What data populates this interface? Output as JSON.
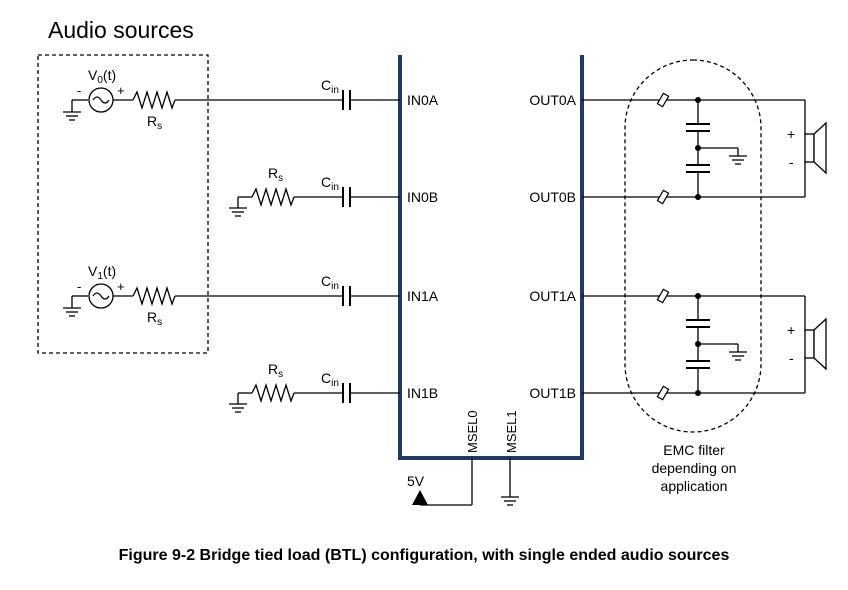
{
  "title": "Audio sources",
  "figure_caption": "Figure 9-2 Bridge tied load (BTL) configuration, with single ended audio sources",
  "sources": [
    {
      "voltage_label": "V",
      "voltage_sub": "0",
      "voltage_suffix": "(t)",
      "minus": "-",
      "plus": "+",
      "resistor": "R",
      "resistor_sub": "s"
    },
    {
      "voltage_label": "V",
      "voltage_sub": "1",
      "voltage_suffix": "(t)",
      "minus": "-",
      "plus": "+",
      "resistor": "R",
      "resistor_sub": "s"
    }
  ],
  "ground_resistors": [
    {
      "resistor": "R",
      "resistor_sub": "s"
    },
    {
      "resistor": "R",
      "resistor_sub": "s"
    }
  ],
  "capacitors": [
    {
      "label": "C",
      "sub": "in"
    },
    {
      "label": "C",
      "sub": "in"
    },
    {
      "label": "C",
      "sub": "in"
    },
    {
      "label": "C",
      "sub": "in"
    }
  ],
  "input_pins": [
    "IN0A",
    "IN0B",
    "IN1A",
    "IN1B"
  ],
  "output_pins": [
    "OUT0A",
    "OUT0B",
    "OUT1A",
    "OUT1B"
  ],
  "mode_pins": [
    "MSEL0",
    "MSEL1"
  ],
  "supply_label": "5V",
  "speakers": [
    {
      "plus": "+",
      "minus": "-"
    },
    {
      "plus": "+",
      "minus": "-"
    }
  ],
  "emc_filter_label": [
    "EMC filter",
    "depending on",
    "application"
  ],
  "colors": {
    "chip_outline": "#1f3864",
    "wire": "#000000"
  }
}
